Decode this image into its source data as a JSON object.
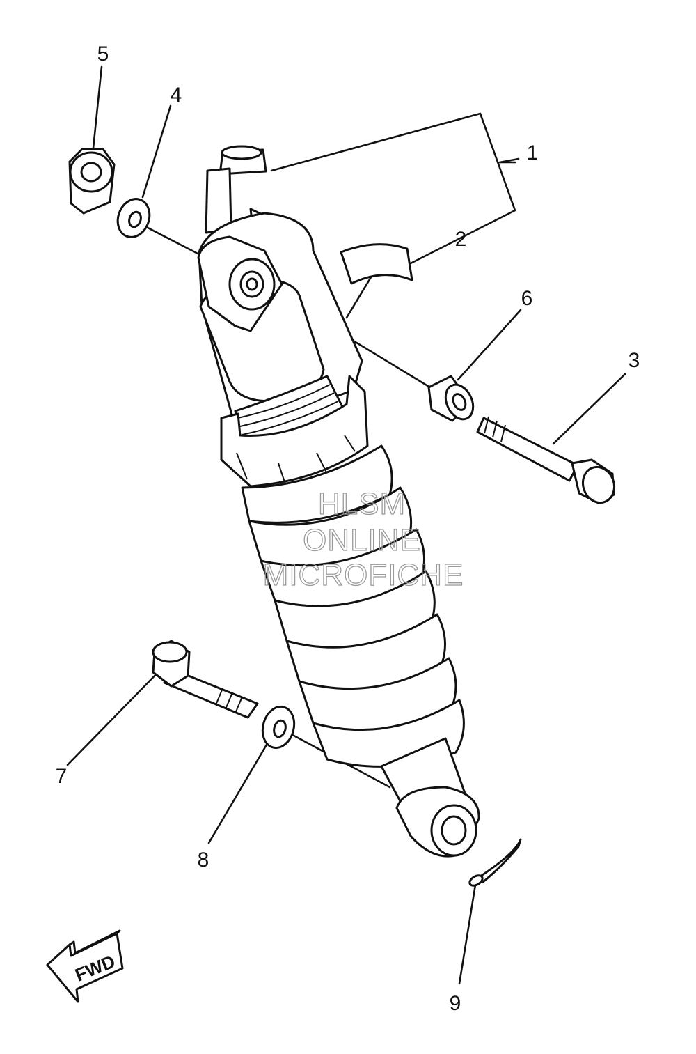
{
  "diagram": {
    "callouts": [
      {
        "id": "1",
        "label": "1"
      },
      {
        "id": "2",
        "label": "2"
      },
      {
        "id": "3",
        "label": "3"
      },
      {
        "id": "4",
        "label": "4"
      },
      {
        "id": "5",
        "label": "5"
      },
      {
        "id": "6",
        "label": "6"
      },
      {
        "id": "7",
        "label": "7"
      },
      {
        "id": "8",
        "label": "8"
      },
      {
        "id": "9",
        "label": "9"
      }
    ],
    "direction_arrow": {
      "label": "FWD",
      "icon": "fwd-arrow-icon"
    },
    "watermark": {
      "line1": "HLSM",
      "line2": "ONLINE",
      "line3": "MICROFICHE",
      "color": "#9a9a9a"
    }
  }
}
